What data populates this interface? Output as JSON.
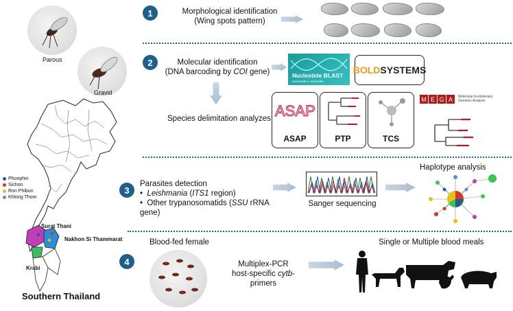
{
  "photos": {
    "parous": "Parous",
    "gravid": "Gravid",
    "blood_fed": "Blood-fed female"
  },
  "map": {
    "title": "Southern Thailand",
    "labels": {
      "surat": "Surat Thani",
      "nakhon": "Nakhon Si Thammarat",
      "krabi": "Krabi"
    },
    "legend": [
      {
        "label": "Phunphin",
        "color": "#1f5f8b"
      },
      {
        "label": "Sichon",
        "color": "#d9342b"
      },
      {
        "label": "Ron Phibun",
        "color": "#e0c21a"
      },
      {
        "label": "Khlong Thom",
        "color": "#5b8fc9"
      }
    ]
  },
  "steps": [
    {
      "num": "1",
      "line1": "Morphological identification",
      "line2": "(Wing spots pattern)"
    },
    {
      "num": "2",
      "line1": "Molecular identification",
      "line2_pre": "(DNA barcoding by ",
      "line2_em": "COI",
      "line2_post": " gene)"
    },
    {
      "num": "3",
      "title": "Parasites detection",
      "b1_em": "Leishmania",
      "b1_post": " (",
      "b1_em2": "ITS1",
      "b1_end": " region)",
      "b2_pre": "Other trypanosomatids (",
      "b2_em": "SSU",
      "b2_post": " rRNA gene)"
    },
    {
      "num": "4",
      "line1": "Multiplex-PCR",
      "line2_pre": "host-specific ",
      "line2_em": "cytb",
      "line2_post": "-primers"
    }
  ],
  "species_delim": "Species delimitation analyzes",
  "blast": {
    "title": "Nucleotide BLAST",
    "sub": "nucleotide ▸ nucleotide"
  },
  "bold": {
    "a": "BOLD",
    "b": "SYSTEMS"
  },
  "tools": [
    "ASAP",
    "PTP",
    "TCS"
  ],
  "mega": {
    "letters": [
      "M",
      "E",
      "G",
      "A"
    ],
    "sub1": "Molecular Evolutionary",
    "sub2": "Genetics Analysis"
  },
  "sanger": "Sanger sequencing",
  "haplotype": "Haplotype analysis",
  "blood_meals": "Single or Multiple blood meals",
  "colors": {
    "accent": "#1f5f8b",
    "tree_red": "#c8102e"
  }
}
